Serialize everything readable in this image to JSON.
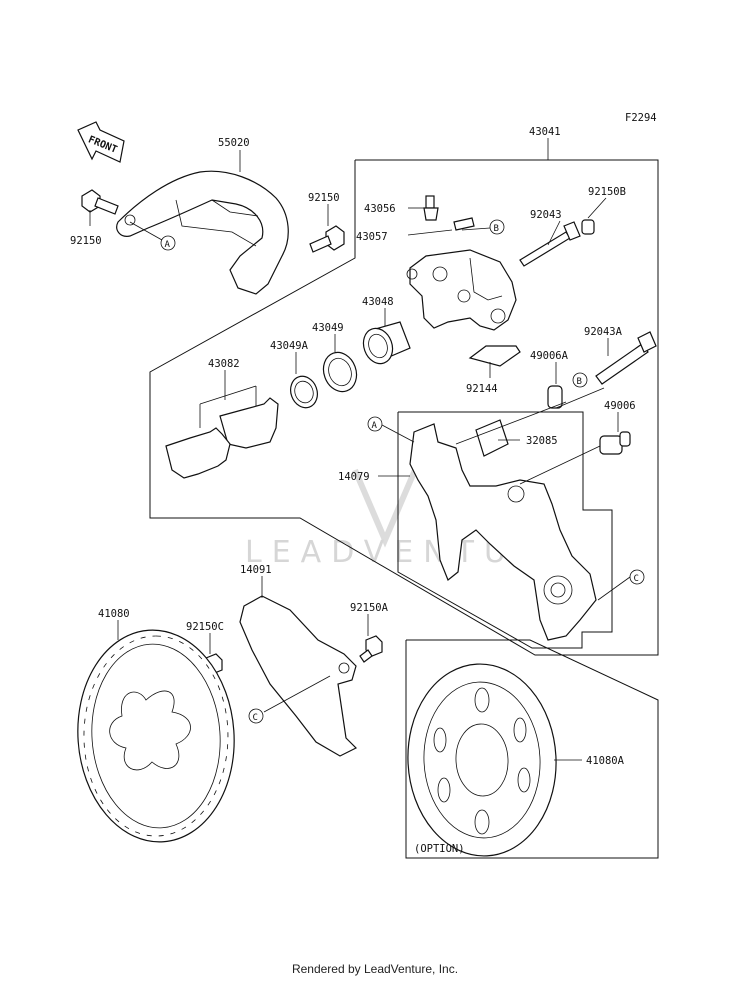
{
  "figure_code": "F2294",
  "front_label": "FRONT",
  "option_label": "(OPTION)",
  "watermark": "LEADVENTURE",
  "credit": "Rendered by LeadVenture, Inc.",
  "callouts": {
    "a": "A",
    "b": "B",
    "c": "C"
  },
  "parts": {
    "p55020": "55020",
    "p92150_left": "92150",
    "p92150_mid": "92150",
    "p43041": "43041",
    "p43056": "43056",
    "p43057": "43057",
    "p92150B": "92150B",
    "p92043": "92043",
    "p43048": "43048",
    "p43049": "43049",
    "p43049A": "43049A",
    "p43082": "43082",
    "p92144": "92144",
    "p49006A": "49006A",
    "p92043A": "92043A",
    "p49006": "49006",
    "p32085": "32085",
    "p14079": "14079",
    "p14091": "14091",
    "p41080": "41080",
    "p92150C": "92150C",
    "p92150A": "92150A",
    "p41080A": "41080A"
  }
}
